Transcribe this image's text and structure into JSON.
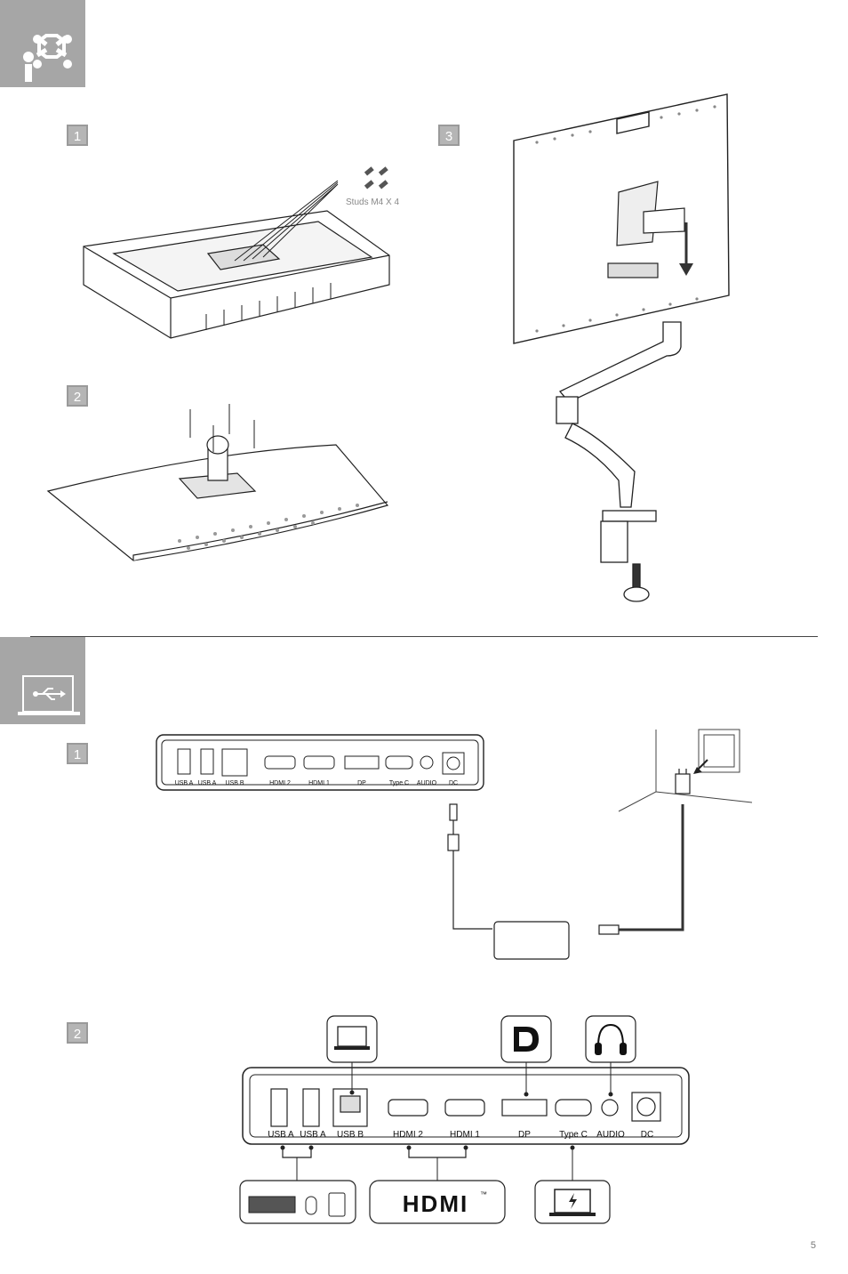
{
  "sections": {
    "mounting": {
      "icon": "vesa-mount-icon",
      "steps": [
        "1",
        "2",
        "3"
      ],
      "studs_label": "Studs M4 X 4"
    },
    "connection": {
      "icon": "usb-laptop-icon",
      "steps": [
        "1",
        "2"
      ],
      "ports": [
        "USB A",
        "USB A",
        "USB B",
        "HDMI 2",
        "HDMI 1",
        "DP",
        "Type C",
        "AUDIO",
        "DC"
      ]
    }
  },
  "hdmi_logo": "HDMI",
  "hdmi_tm": "™",
  "page_number": "5"
}
